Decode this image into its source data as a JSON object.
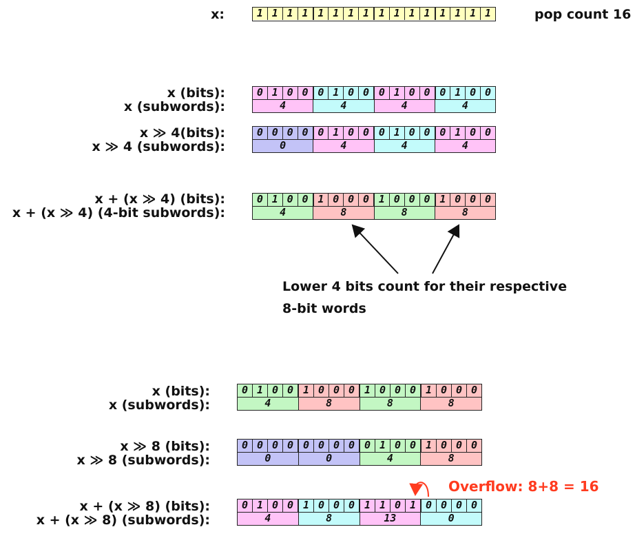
{
  "top": {
    "label": "x:",
    "bits": [
      "1",
      "1",
      "1",
      "1",
      "1",
      "1",
      "1",
      "1",
      "1",
      "1",
      "1",
      "1",
      "1",
      "1",
      "1",
      "1"
    ],
    "popcount_label": "pop count 16"
  },
  "diagram1": {
    "rows": [
      {
        "bits_label": "x (bits):",
        "subwords_label": "x (subwords):",
        "bits": [
          "0",
          "1",
          "0",
          "0",
          "0",
          "1",
          "0",
          "0",
          "0",
          "1",
          "0",
          "0",
          "0",
          "1",
          "0",
          "0"
        ],
        "bit_colors": [
          "pink",
          "cyan",
          "pink",
          "cyan"
        ],
        "subwords": [
          "4",
          "4",
          "4",
          "4"
        ],
        "subword_colors": [
          "pink",
          "cyan",
          "pink",
          "cyan"
        ]
      },
      {
        "bits_label": "x ≫ 4(bits):",
        "subwords_label": "x ≫ 4 (subwords):",
        "bits": [
          "0",
          "0",
          "0",
          "0",
          "0",
          "1",
          "0",
          "0",
          "0",
          "1",
          "0",
          "0",
          "0",
          "1",
          "0",
          "0"
        ],
        "bit_colors": [
          "purple",
          "pink",
          "cyan",
          "pink"
        ],
        "subwords": [
          "0",
          "4",
          "4",
          "4"
        ],
        "subword_colors": [
          "purple",
          "pink",
          "cyan",
          "pink"
        ]
      },
      {
        "bits_label": "x + (x ≫ 4) (bits):",
        "subwords_label": "x + (x ≫ 4) (4-bit subwords):",
        "bits": [
          "0",
          "1",
          "0",
          "0",
          "1",
          "0",
          "0",
          "0",
          "1",
          "0",
          "0",
          "0",
          "1",
          "0",
          "0",
          "0"
        ],
        "bit_colors": [
          "green",
          "red",
          "green",
          "red"
        ],
        "subwords": [
          "4",
          "8",
          "8",
          "8"
        ],
        "subword_colors": [
          "green",
          "red",
          "green",
          "red"
        ]
      }
    ],
    "annotation": [
      "Lower 4 bits count for their respective",
      "8-bit words"
    ]
  },
  "diagram2": {
    "rows": [
      {
        "bits_label": "x (bits):",
        "subwords_label": "x (subwords):",
        "bits": [
          "0",
          "1",
          "0",
          "0",
          "1",
          "0",
          "0",
          "0",
          "1",
          "0",
          "0",
          "0",
          "1",
          "0",
          "0",
          "0"
        ],
        "bit_colors": [
          "green",
          "red",
          "green",
          "red"
        ],
        "subwords": [
          "4",
          "8",
          "8",
          "8"
        ],
        "subword_colors": [
          "green",
          "red",
          "green",
          "red"
        ]
      },
      {
        "bits_label": "x ≫ 8 (bits):",
        "subwords_label": "x ≫ 8 (subwords):",
        "bits": [
          "0",
          "0",
          "0",
          "0",
          "0",
          "0",
          "0",
          "0",
          "0",
          "1",
          "0",
          "0",
          "1",
          "0",
          "0",
          "0"
        ],
        "bit_colors": [
          "purple",
          "purple",
          "green",
          "red"
        ],
        "subwords": [
          "0",
          "0",
          "4",
          "8"
        ],
        "subword_colors": [
          "purple",
          "purple",
          "green",
          "red"
        ]
      },
      {
        "bits_label": "x + (x ≫ 8) (bits):",
        "subwords_label": "x + (x ≫ 8) (subwords):",
        "bits": [
          "0",
          "1",
          "0",
          "0",
          "1",
          "0",
          "0",
          "0",
          "1",
          "1",
          "0",
          "1",
          "0",
          "0",
          "0",
          "0"
        ],
        "bit_colors": [
          "pink",
          "cyan",
          "pink",
          "cyan"
        ],
        "subwords": [
          "4",
          "8",
          "13",
          "0"
        ],
        "subword_colors": [
          "pink",
          "cyan",
          "pink",
          "cyan"
        ]
      }
    ],
    "overflow_label": "Overflow: 8+8 = 16",
    "overflow_color": "#ff3b1f"
  }
}
